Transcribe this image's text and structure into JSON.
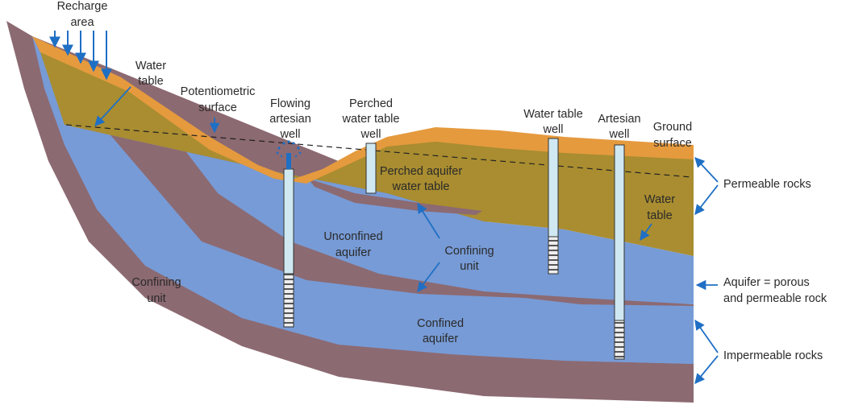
{
  "labels": {
    "recharge_1": "Recharge",
    "recharge_2": "area",
    "water_table_1": "Water",
    "water_table_2": "table",
    "potentiometric_1": "Potentiometric",
    "potentiometric_2": "surface",
    "flowing_1": "Flowing",
    "flowing_2": "artesian",
    "flowing_3": "well",
    "perched_well_1": "Perched",
    "perched_well_2": "water table",
    "perched_well_3": "well",
    "wt_well_1": "Water table",
    "wt_well_2": "well",
    "artesian_1": "Artesian",
    "artesian_2": "well",
    "ground_1": "Ground",
    "ground_2": "surface",
    "perched_aquifer_1": "Perched aquifer",
    "perched_aquifer_2": "water table",
    "unconfined_1": "Unconfined",
    "unconfined_2": "aquifer",
    "confining_mid_1": "Confining",
    "confining_mid_2": "unit",
    "confining_left_1": "Confining",
    "confining_left_2": "unit",
    "confined_1": "Confined",
    "confined_2": "aquifer",
    "water_table_right_1": "Water",
    "water_table_right_2": "table",
    "permeable": "Permeable rocks",
    "aquifer_def_1": "Aquifer = porous",
    "aquifer_def_2": "and permeable rock",
    "impermeable": "Impermeable rocks"
  },
  "colors": {
    "soil_orange": "#e59a3e",
    "permeable_olive": "#a98d30",
    "aquifer_blue": "#779bd6",
    "confining_mauve": "#8c6a72",
    "well_casing": "#cfe8f2",
    "arrow_blue": "#1f6fc4"
  }
}
